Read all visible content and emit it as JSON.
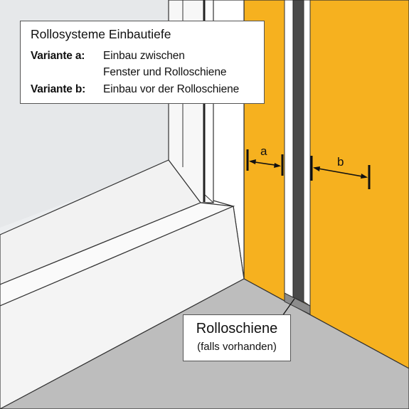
{
  "info": {
    "title": "Rollosysteme Einbautiefe",
    "variant_a_label": "Variante a:",
    "variant_a_line1": "Einbau zwischen",
    "variant_a_line2": "Fenster und Rolloschiene",
    "variant_b_label": "Variante b:",
    "variant_b_text": "Einbau vor der Rolloschiene"
  },
  "dimensions": {
    "a": "a",
    "b": "b"
  },
  "rail": {
    "title": "Rolloschiene",
    "subtitle": "(falls vorhanden)"
  },
  "colors": {
    "wall": "#f6b11f",
    "frame": "#ffffff",
    "glass": "#eceef0",
    "floor": "#bdbdbd",
    "rail_dark": "#4a4a4a",
    "outline": "#333333"
  }
}
